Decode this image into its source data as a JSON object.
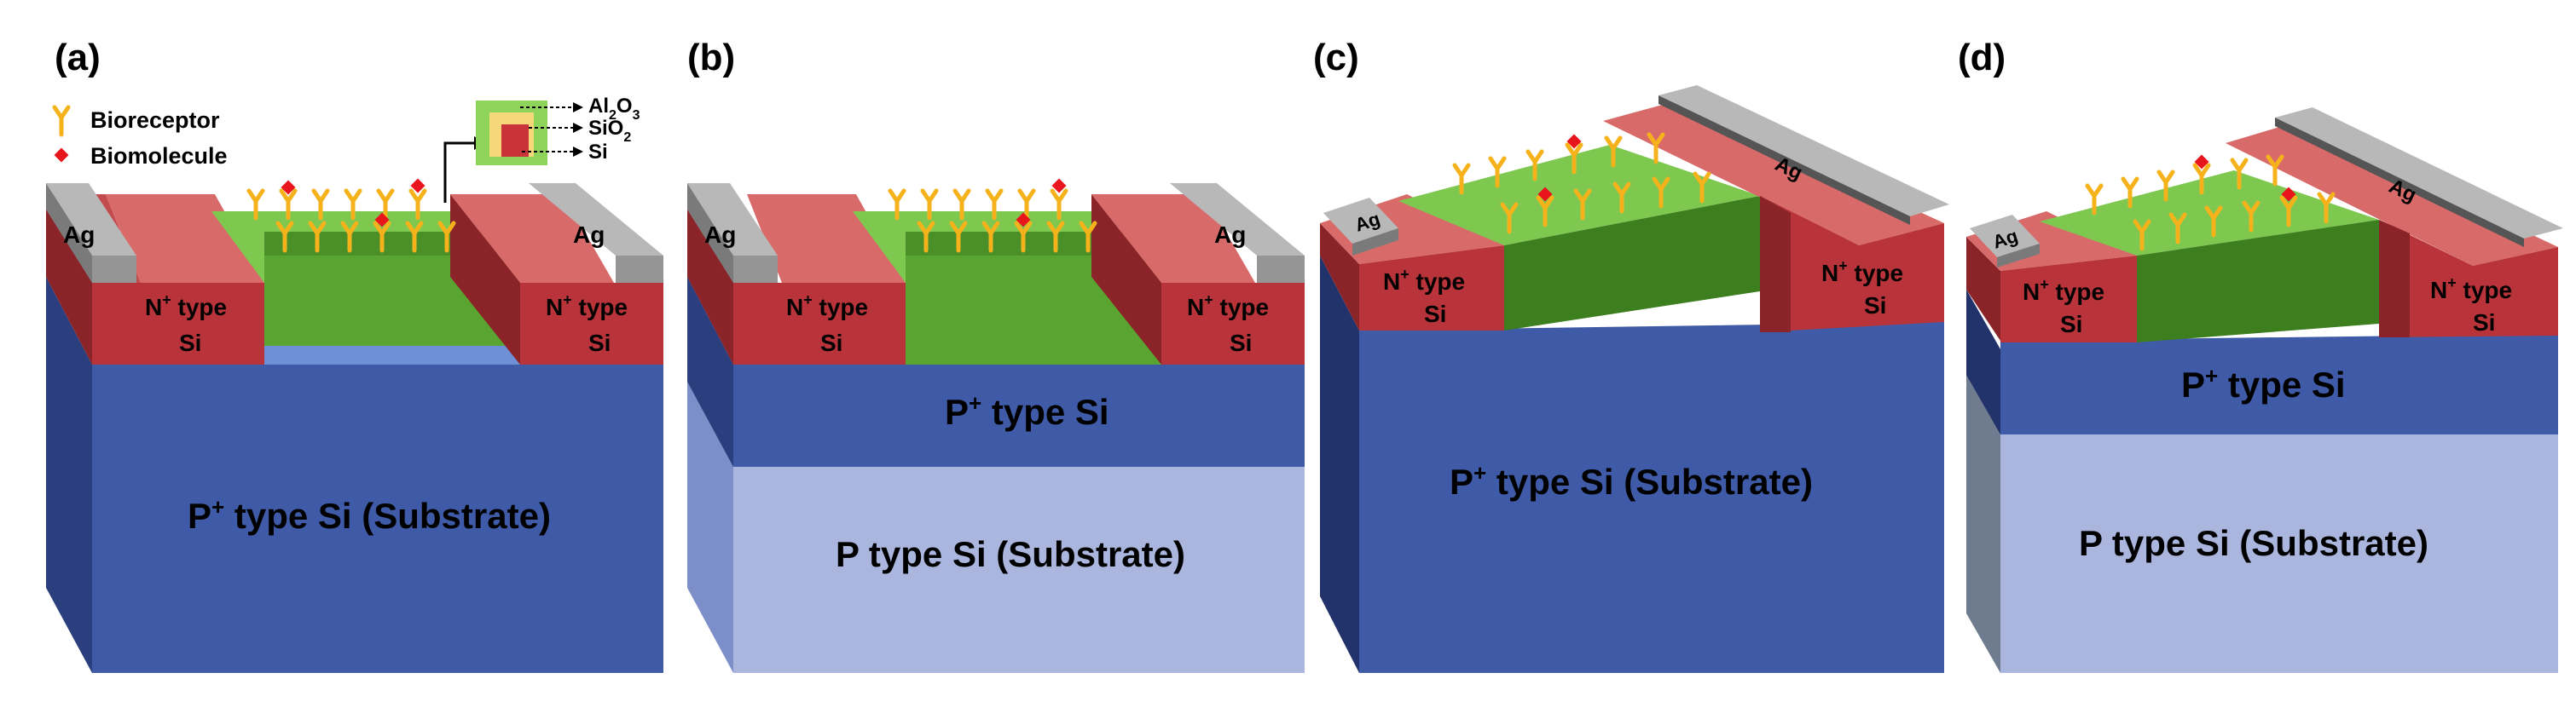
{
  "panels": [
    {
      "label": "(a)",
      "ag_left": "Ag",
      "ag_right": "Ag",
      "n_left": [
        "N",
        "+",
        " type",
        "Si"
      ],
      "n_right": [
        "N",
        "+",
        " type",
        "Si"
      ],
      "substrate": [
        "P",
        "+",
        " type Si (Substrate)"
      ]
    },
    {
      "label": "(b)",
      "ag_left": "Ag",
      "ag_right": "Ag",
      "n_left": [
        "N",
        "+",
        " type",
        "Si"
      ],
      "n_right": [
        "N",
        "+",
        " type",
        "Si"
      ],
      "middle": [
        "P",
        "+",
        " type Si"
      ],
      "substrate": [
        "P type Si (Substrate)"
      ]
    },
    {
      "label": "(c)",
      "ag_left": "Ag",
      "ag_right": "Ag",
      "n_left": [
        "N",
        "+",
        " type",
        "Si"
      ],
      "n_right": [
        "N",
        "+",
        " type",
        "Si"
      ],
      "substrate": [
        "P",
        "+",
        " type Si (Substrate)"
      ]
    },
    {
      "label": "(d)",
      "ag_left": "Ag",
      "ag_right": "Ag",
      "n_left": [
        "N",
        "+",
        " type",
        "Si"
      ],
      "n_right": [
        "N",
        "+",
        " type",
        "Si"
      ],
      "middle": [
        "P",
        "+",
        " type Si"
      ],
      "substrate": [
        "P type Si (Substrate)"
      ]
    }
  ],
  "legend": {
    "bioreceptor": "Bioreceptor",
    "biomolecule": "Biomolecule"
  },
  "inset": {
    "al2o3": [
      "Al",
      "2",
      "O",
      "3"
    ],
    "sio2": [
      "SiO",
      "2"
    ],
    "si": "Si"
  },
  "colors": {
    "deep_blue": "#3f5aa6",
    "light_blue": "#aab6dd",
    "n_region": "#b9343a",
    "n_region_light": "#d96a6a",
    "ag": "#a9a9a9",
    "channel_green": "#5aa532",
    "channel_top": "#7ec850",
    "bioreceptor": "#f5b21b",
    "biomolecule": "#e8151d"
  }
}
